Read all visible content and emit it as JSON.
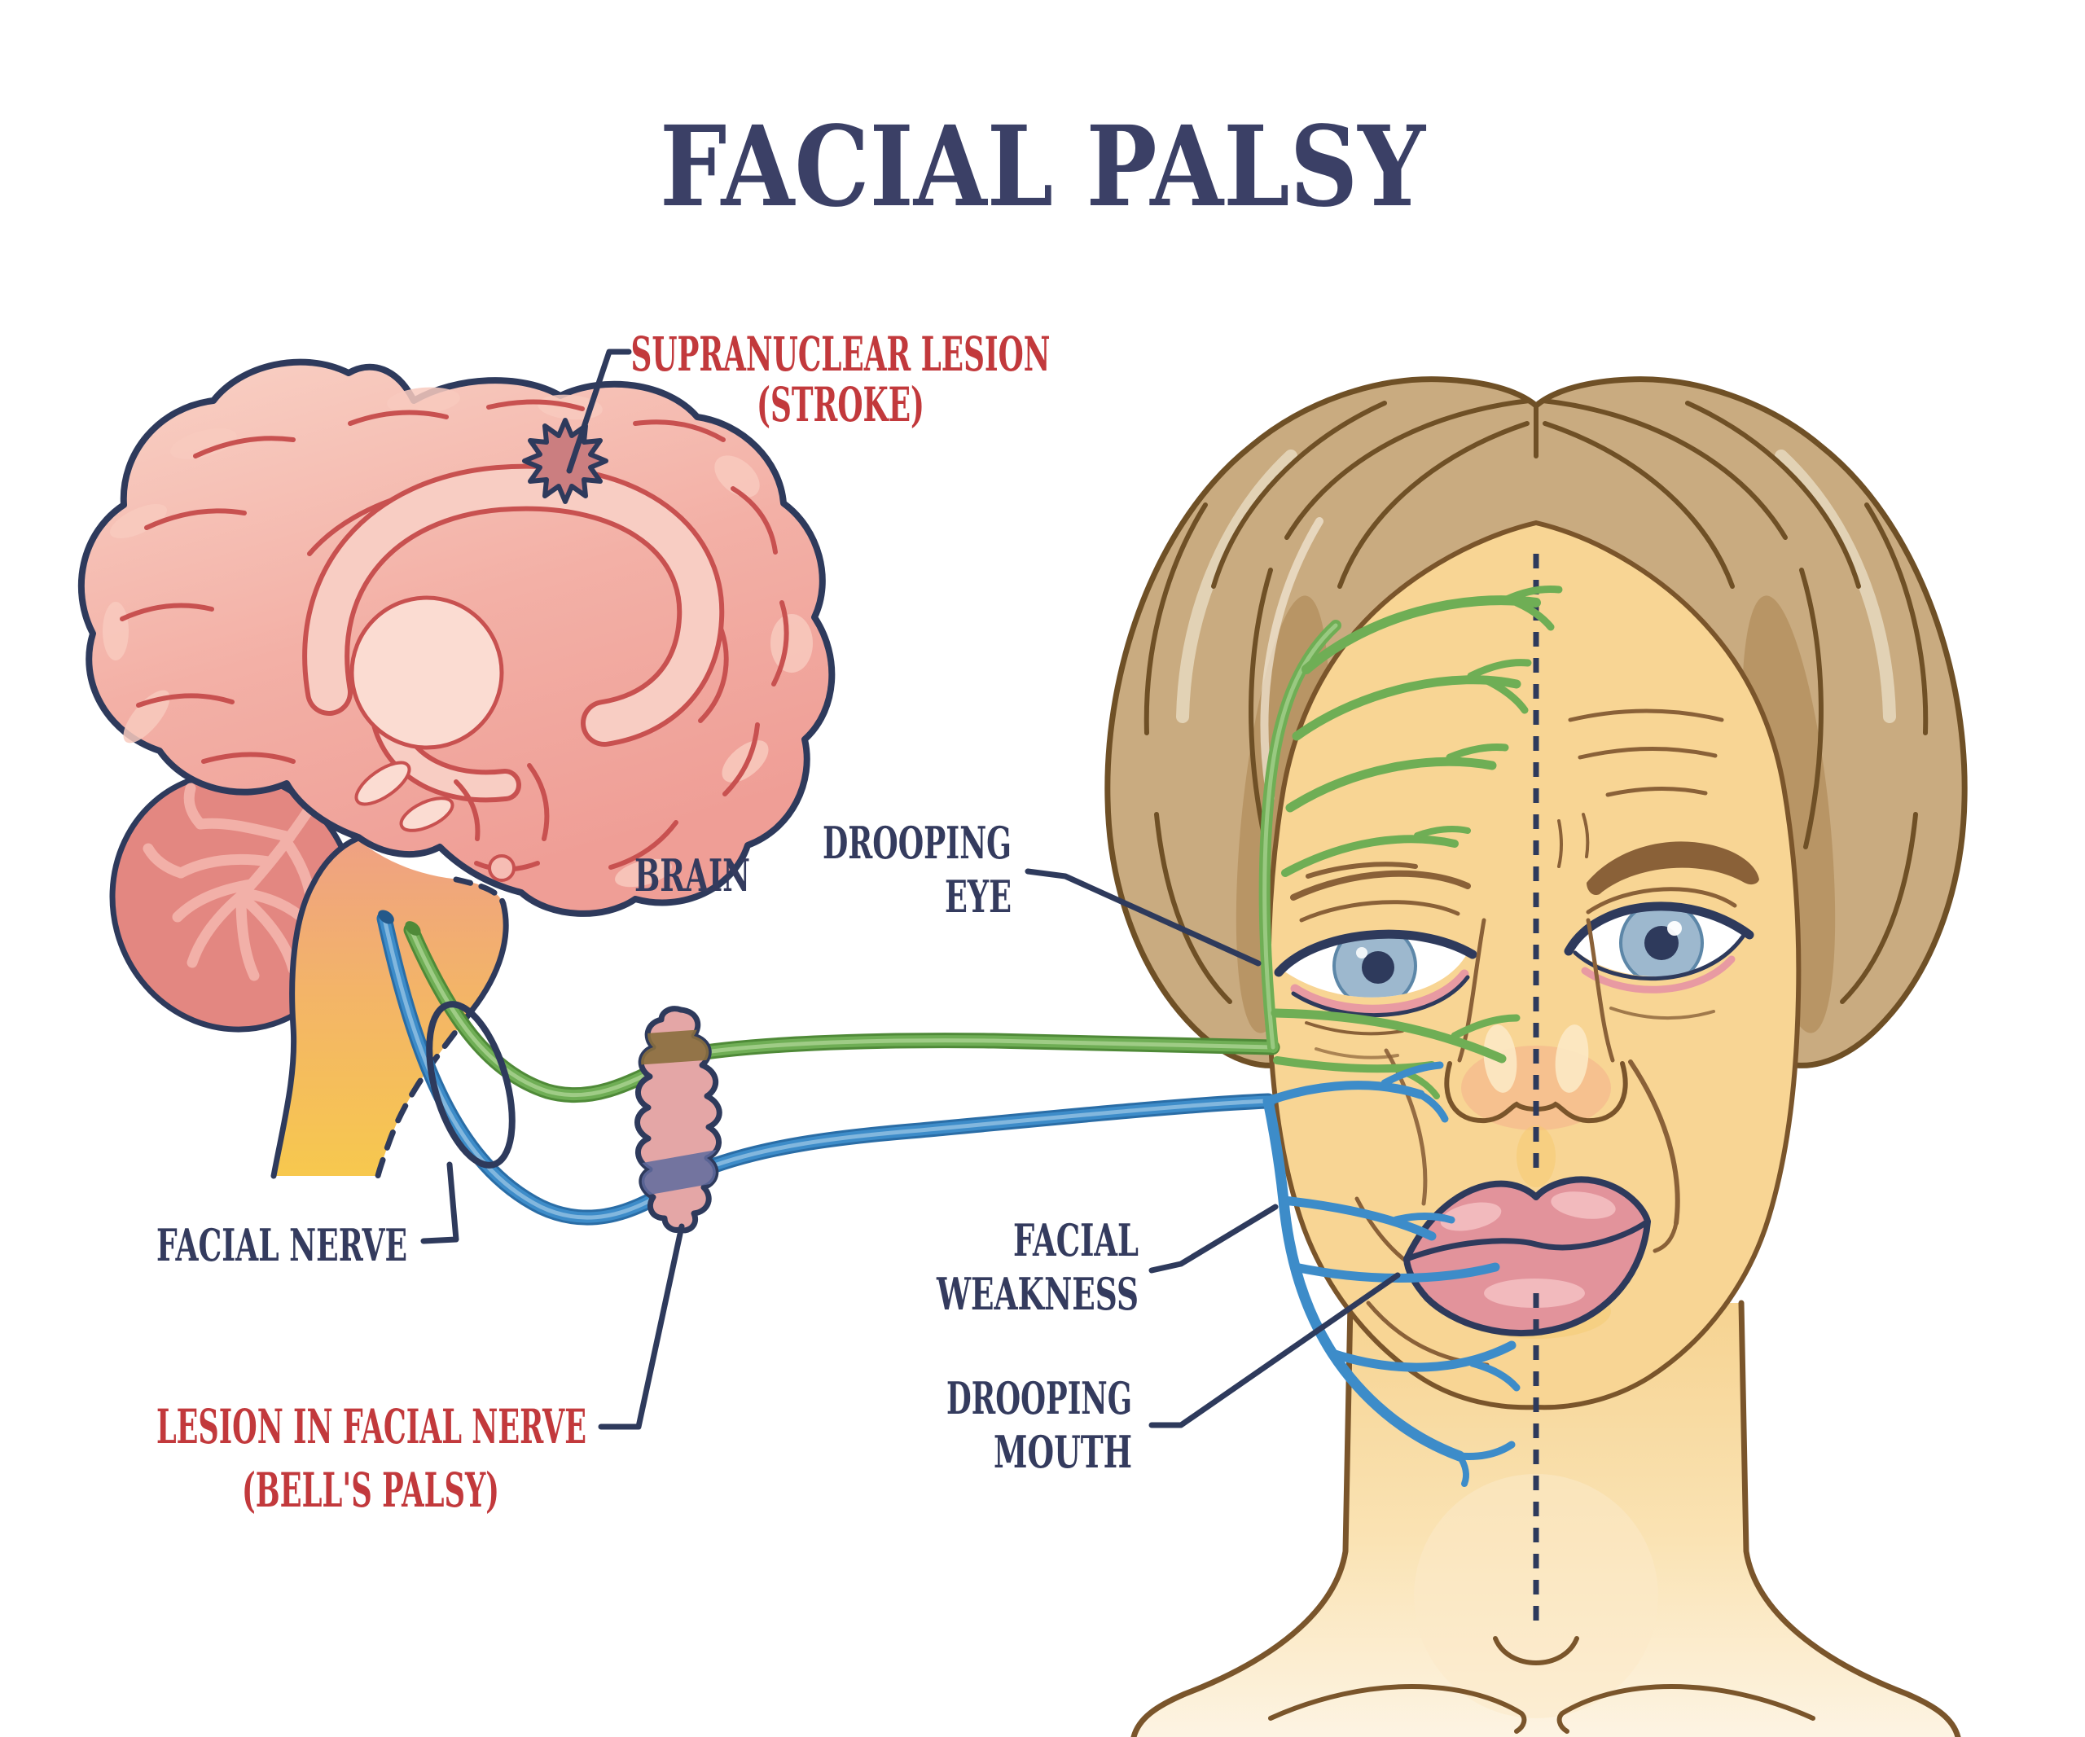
{
  "figure": {
    "title": "FACIAL PALSY",
    "annotations": {
      "supranuclear_lesion": {
        "line1": "SUPRANUCLEAR LESION",
        "line2": "(STROKE)"
      },
      "brain": {
        "label": "BRAIN"
      },
      "drooping_eye": {
        "line1": "DROOPING",
        "line2": "EYE"
      },
      "facial_nerve": {
        "label": "FACIAL NERVE"
      },
      "lesion_in_facial_nerve": {
        "line1": "LESION IN FACIAL NERVE",
        "line2": "(BELL'S PALSY)"
      },
      "facial_weakness": {
        "line1": "FACIAL",
        "line2": "WEAKNESS"
      },
      "drooping_mouth": {
        "line1": "DROOPING",
        "line2": "MOUTH"
      }
    },
    "colors": {
      "title_navy": "#3b4066",
      "label_navy": "#343b5e",
      "label_red": "#c2393c",
      "outline_navy": "#2e3a5c",
      "brain_pink": "#f0a29a",
      "brain_light": "#f9d2c6",
      "sulci_red": "#c85150",
      "cerebellum": "#e38781",
      "brainstem_yellow": "#f6c14f",
      "lesion_star": "#cb7e80",
      "lesion_bulge": "#e4a6a6",
      "nerve_green": "#6fae55",
      "nerve_blue": "#3d8cc9",
      "skin": "#f8d594",
      "hair": "#c9ab80",
      "hair_dark": "#6f5026",
      "face_outline_brown": "#7a552b",
      "lips": "#e2939b",
      "iris_blue": "#9db8ce"
    }
  }
}
